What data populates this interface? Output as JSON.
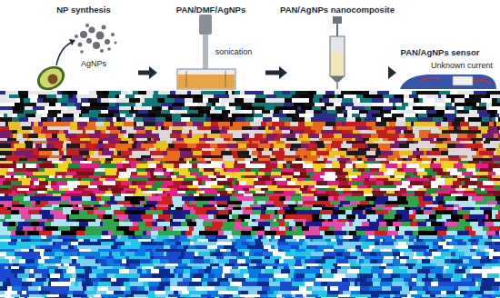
{
  "diagram": {
    "nodes": [
      {
        "text": [
          "NP synthesis",
          "AgNPs"
        ]
      },
      {
        "text": [
          "PAN/DMF/AgNPs",
          "sonication"
        ]
      },
      {
        "text": [
          "PAN/AgNPs nanocomposite"
        ]
      },
      {
        "text": [
          "PAN/AgNPs sensor",
          "Unknown current"
        ]
      }
    ],
    "edges": [
      {
        "from": 0,
        "to": 1,
        "arrow": "to"
      },
      {
        "from": 1,
        "to": 2,
        "arrow": "to"
      },
      {
        "from": 2,
        "to": 3,
        "arrow": "to"
      }
    ]
  }
}
